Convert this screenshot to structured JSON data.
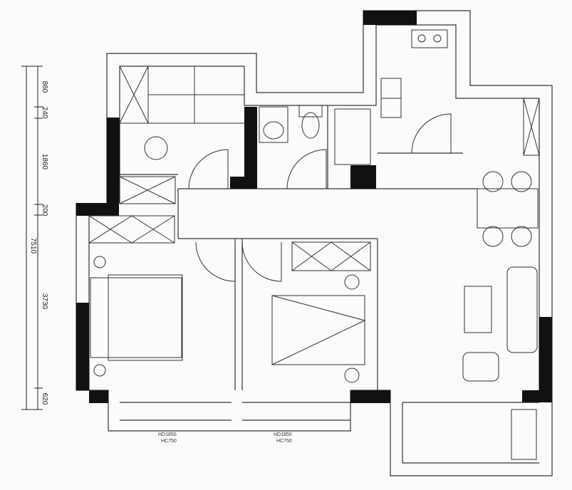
{
  "dimensions": {
    "total": "7510",
    "segments": [
      "860",
      "240",
      "1860",
      "200",
      "3730",
      "620"
    ]
  },
  "windows": [
    {
      "label_a": "HD1850",
      "label_b": "HC750"
    },
    {
      "label_a": "HD1850",
      "label_b": "HC750"
    }
  ],
  "colors": {
    "wall": "#111111",
    "line": "#333333",
    "background": "#fbfbfb"
  }
}
